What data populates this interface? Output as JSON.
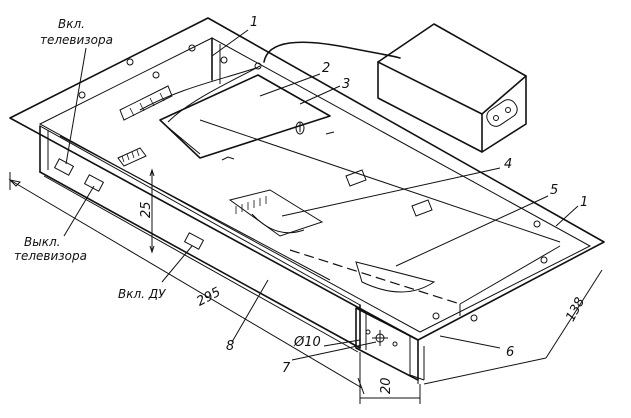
{
  "labels": {
    "tv_on": [
      "Вкл.",
      "телевизора"
    ],
    "tv_off": [
      "Выкл.",
      "телевизора"
    ],
    "remote_on": "Вкл. ДУ",
    "dim_length": "295",
    "dim_height": "25",
    "dim_width": "138",
    "dim_small": "20",
    "diameter": "Ø10",
    "callouts": [
      "1",
      "2",
      "3",
      "4",
      "5",
      "1",
      "6",
      "7",
      "8"
    ]
  }
}
